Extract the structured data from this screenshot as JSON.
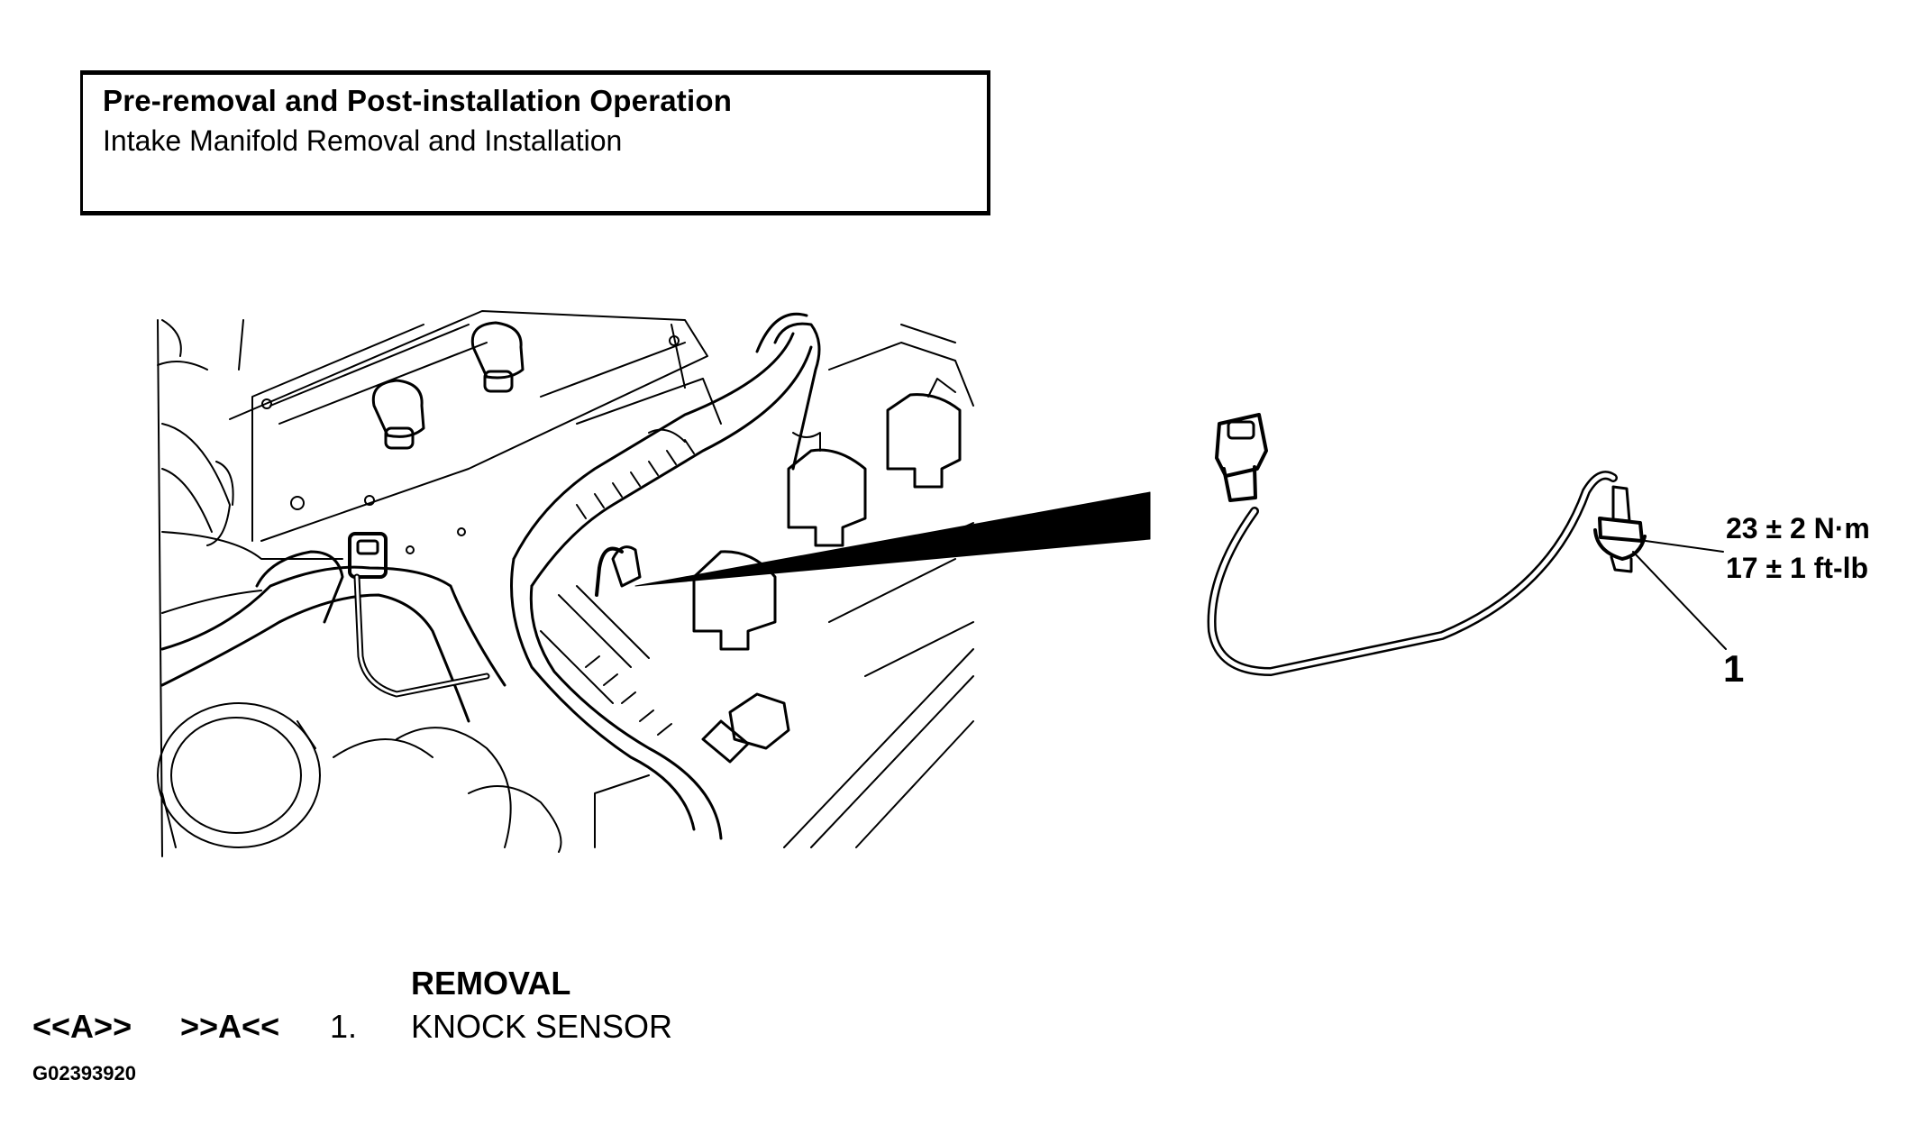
{
  "header": {
    "title": "Pre-removal and Post-installation Operation",
    "subtitle": "Intake Manifold Removal and Installation"
  },
  "diagram": {
    "torque_nm": "23 ± 2 N·m",
    "torque_ftlb": "17 ± 1 ft-lb",
    "callout_number": "1"
  },
  "procedure": {
    "section_title": "REMOVAL",
    "rows": [
      {
        "removal_ref": "<<A>>",
        "install_ref": ">>A<<",
        "number": "1.",
        "part": "KNOCK SENSOR"
      }
    ]
  },
  "figure_code": "G02393920"
}
